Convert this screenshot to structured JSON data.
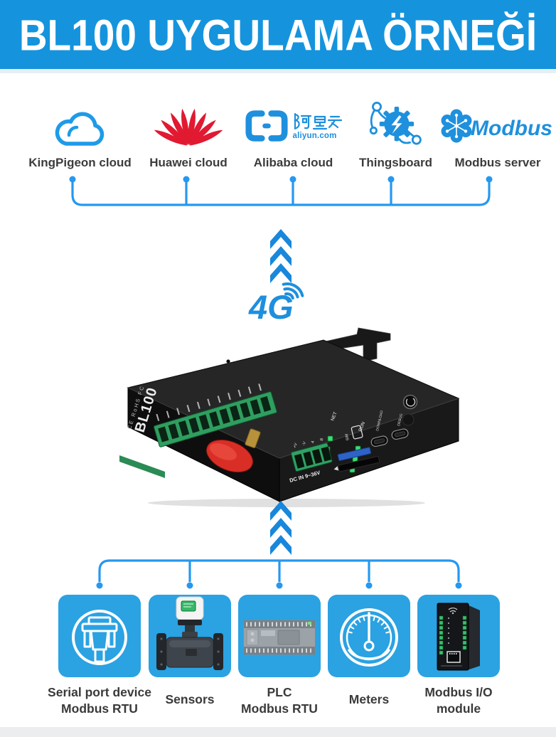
{
  "header": {
    "title": "BL100 UYGULAMA ÖRNEĞİ"
  },
  "clouds": {
    "items": [
      {
        "label": "KingPigeon cloud"
      },
      {
        "label": "Huawei cloud"
      },
      {
        "label": "Alibaba cloud",
        "cn": "阿里云",
        "sub": "aliyun.com"
      },
      {
        "label": "Thingsboard"
      },
      {
        "label": "Modbus server",
        "wordmark": "Modbus"
      }
    ]
  },
  "network": {
    "label": "4G"
  },
  "device": {
    "name": "BL100",
    "certs": "CE RoHS FC",
    "leds": [
      "NET",
      "RUN"
    ],
    "pins": [
      "+V",
      "-V",
      "A",
      "B"
    ],
    "power_label": "DC IN 9~36V",
    "sim_label": "SIM",
    "ports": [
      "DOWNLOAD",
      "DEBUG"
    ]
  },
  "downstream": {
    "items": [
      {
        "lines": [
          "Serial port device",
          "Modbus RTU"
        ]
      },
      {
        "lines": [
          "Sensors"
        ]
      },
      {
        "lines": [
          "PLC",
          "Modbus RTU"
        ]
      },
      {
        "lines": [
          "Meters"
        ]
      },
      {
        "lines": [
          "Modbus I/O",
          "module"
        ]
      }
    ]
  },
  "colors": {
    "header_bg": "#1594dd",
    "accent_blue": "#1e90dd",
    "tile_blue": "#2ba2e2",
    "connector_blue": "#2598f0",
    "chevron_blue": "#1887dc",
    "huawei_red": "#e11931",
    "antenna_red": "#d92e26",
    "terminal_green": "#2f9e5f",
    "label_gray": "#3c3c3c"
  }
}
